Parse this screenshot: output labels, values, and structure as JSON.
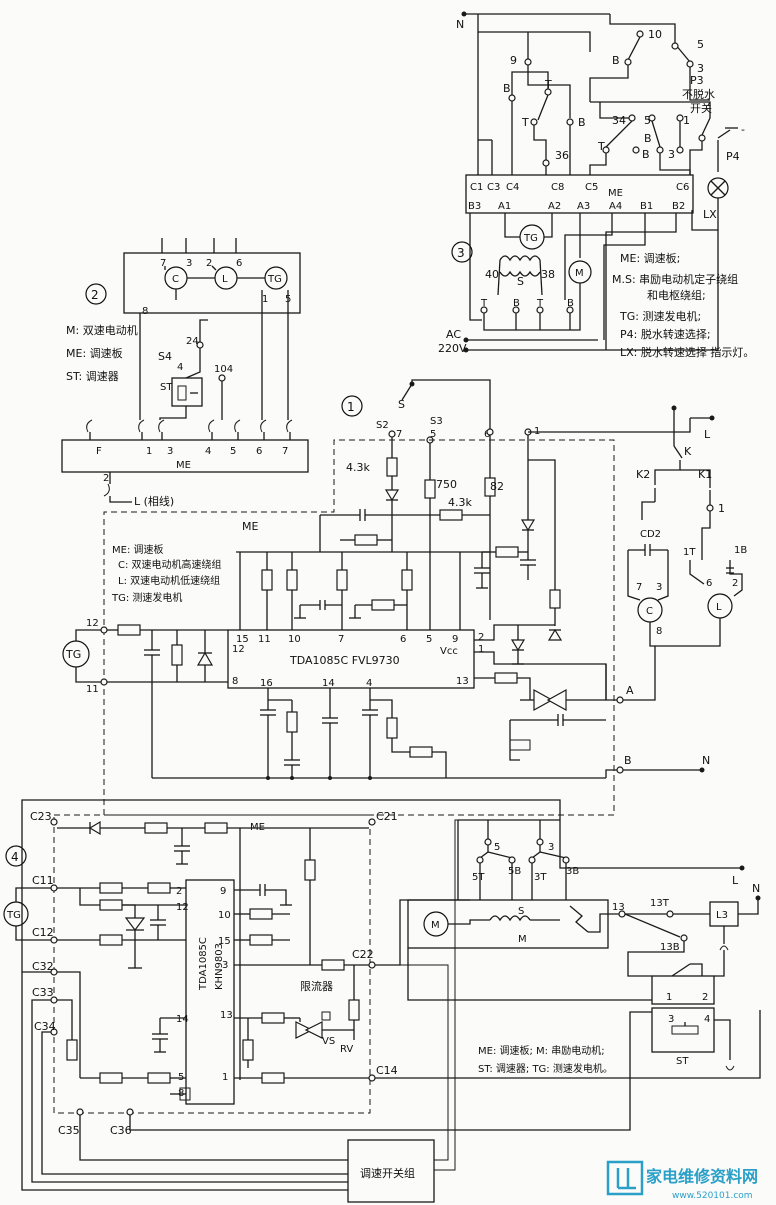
{
  "figure_numbers": [
    "1",
    "2",
    "3",
    "4"
  ],
  "diagram3": {
    "pins": [
      "N",
      "10",
      "9",
      "5",
      "3",
      "B",
      "B",
      "T",
      "T",
      "B",
      "B",
      "P3",
      "不脱水",
      "开关",
      "34",
      "5",
      "1",
      "T",
      "B",
      "B",
      "3",
      "36",
      "P4",
      "C1",
      "C3",
      "C4",
      "C8",
      "C5",
      "ME",
      "C6",
      "B3",
      "A1",
      "A2",
      "A3",
      "A4",
      "B1",
      "B2",
      "LX",
      "TG",
      "40",
      "S",
      "38",
      "M",
      "T",
      "B",
      "T",
      "B",
      "AC",
      "220V"
    ],
    "legend": [
      "ME: 调速板;",
      "M.S: 串励电动机定子绕组",
      "和电枢绕组;",
      "TG: 测速发电机;",
      "P4: 脱水转速选择;",
      "LX: 脱水转速选择 指示灯。"
    ]
  },
  "diagram2": {
    "top_pins": [
      "7",
      "3",
      "2",
      "6"
    ],
    "motor_labels": [
      "C",
      "L",
      "TG"
    ],
    "side_pins": [
      "8",
      "1",
      "5"
    ],
    "legend": [
      "M: 双速电动机",
      "ME: 调速板",
      "ST: 调速器"
    ],
    "switch_labels": [
      "S4",
      "24",
      "4",
      "ST",
      "104"
    ],
    "board_pins": [
      "F",
      "1",
      "3",
      "4",
      "5",
      "6",
      "7"
    ],
    "board_label": "ME",
    "ground_pin": "2",
    "line_label": "L  (相线)"
  },
  "diagram1": {
    "top_labels": [
      "S",
      "S2",
      "7",
      "S3",
      "5",
      "6",
      "1",
      "L",
      "K"
    ],
    "resistors": [
      "4.3k",
      "750",
      "82",
      "4.3k"
    ],
    "board_label": "ME",
    "legend": [
      "ME: 调速板",
      "C: 双速电动机高速绕组",
      "L: 双速电动机低速绕组",
      "TG: 测速发电机"
    ],
    "ic_pins_top": [
      "15",
      "11",
      "10",
      "7",
      "6",
      "5",
      "9"
    ],
    "ic_label": "TDA1085C  FVL9730",
    "ic_vcc": "Vcc",
    "ic_pins_side": [
      "12",
      "8",
      "16",
      "14",
      "4",
      "13",
      "2",
      "1"
    ],
    "tg_label": "TG",
    "tg_pins": [
      "12",
      "11"
    ],
    "right_labels": [
      "K2",
      "K1",
      "CD2",
      "1",
      "1T",
      "1B",
      "7",
      "3",
      "6",
      "2",
      "C",
      "L",
      "8",
      "A",
      "B",
      "N"
    ]
  },
  "diagram4": {
    "connectors": [
      "C23",
      "C21",
      "C11",
      "C12",
      "C32",
      "C33",
      "C34",
      "C35",
      "C36",
      "C22",
      "C14"
    ],
    "board_label": "ME",
    "tg_label": "TG",
    "ic_label": [
      "TDA1085C",
      "KHN9803"
    ],
    "ic_pins": [
      "2",
      "12",
      "9",
      "10",
      "15",
      "3",
      "14",
      "13",
      "5",
      "8",
      "1"
    ],
    "limiter_label": "限流器",
    "vs_label": "VS",
    "rv_label": "RV",
    "motor_pins": [
      "5",
      "3",
      "5T",
      "5B",
      "3T",
      "3B",
      "L",
      "M",
      "S",
      "M",
      "13",
      "13T",
      "13B",
      "L3",
      "N",
      "1",
      "2",
      "3",
      "4",
      "ST"
    ],
    "legend": [
      "ME: 调速板;  M: 串励电动机;",
      "ST: 调速器; TG: 测速发电机。"
    ],
    "switch_group": "调速开关组"
  },
  "watermark": {
    "brand": "家电维修资料网",
    "url": "www.520101.com"
  },
  "colors": {
    "ink": "#1a1a1a",
    "paper": "#fbfbf9",
    "watermark": "#2aa0c8"
  }
}
